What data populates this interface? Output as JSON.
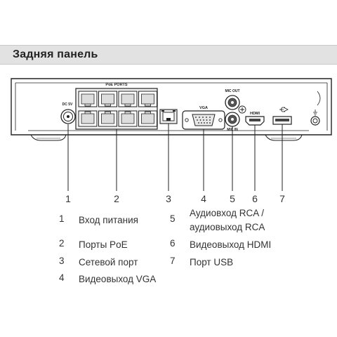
{
  "header": {
    "title": "Задняя панель"
  },
  "panel": {
    "poe_label": "PoE PORTS",
    "dc_label": "DC 5V",
    "vga_label": "VGA",
    "mic_out_label": "MIC OUT",
    "mic_in_label": "MIC IN",
    "hdmi_label": "HDMI",
    "callout_numbers": [
      "1",
      "2",
      "3",
      "4",
      "5",
      "6",
      "7"
    ]
  },
  "legend": [
    {
      "num": "1",
      "label": "Вход питания"
    },
    {
      "num": "2",
      "label": "Порты PoE"
    },
    {
      "num": "3",
      "label": "Сетевой порт"
    },
    {
      "num": "4",
      "label": "Видеовыход VGA"
    },
    {
      "num": "5",
      "label_line1": "Аудиовход RCA /",
      "label_line2": "аудиовыход RCA"
    },
    {
      "num": "6",
      "label": "Видеовыход HDMI"
    },
    {
      "num": "7",
      "label": "Порт USB"
    }
  ]
}
